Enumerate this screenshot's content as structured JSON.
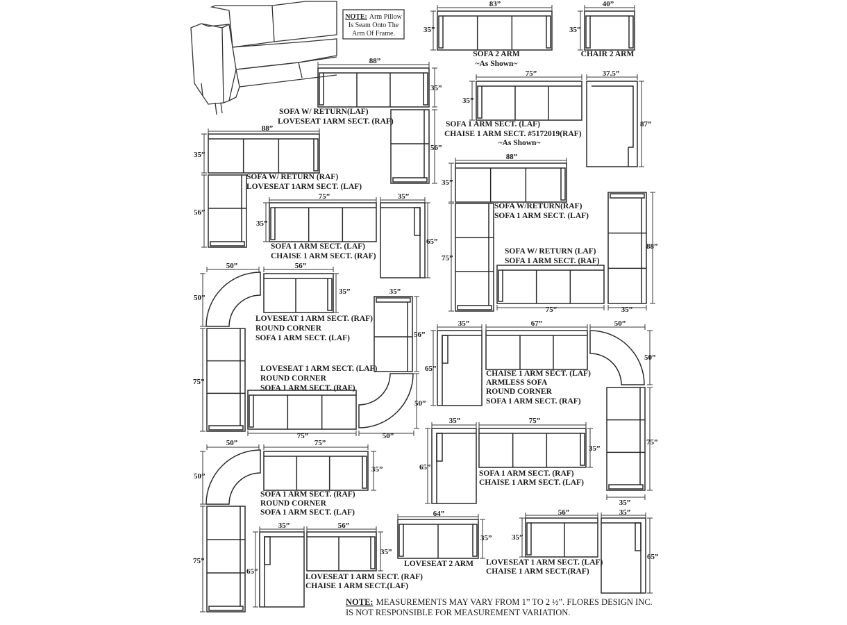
{
  "note_top": {
    "head": "NOTE:",
    "lines": [
      "Arm Pillow",
      "Is Seam Onto The",
      "Arm Of Frame."
    ]
  },
  "footer": {
    "head": "NOTE:",
    "line1": "MEASUREMENTS MAY VARY FROM 1” TO 2 ½”. FLORES DESIGN INC.",
    "line2": "IS NOT RESPONSIBLE FOR MEASUREMENT VARIATION."
  },
  "labels": {
    "sofa2arm": "SOFA 2 ARM",
    "as_shown": "~As Shown~",
    "chair2arm": "CHAIR 2 ARM",
    "c1a": "SOFA W/ RETURN(LAF)",
    "c1b": "LOVESEAT 1ARM SECT. (RAF)",
    "c2a": "SOFA 1 ARM SECT. (LAF)",
    "c2b": "CHAISE 1 ARM SECT. #5172019(RAF)",
    "c2c": "~As Shown~",
    "c3a": "SOFA W/ RETURN (RAF)",
    "c3b": "LOVESEAT 1ARM SECT. (LAF)",
    "c4a": "SOFA W/RETURN(RAF)",
    "c4b": "SOFA 1 ARM SECT. (LAF)",
    "c5a": "SOFA 1 ARM SECT. (LAF)",
    "c5b": "CHAISE 1 ARM SECT. (RAF)",
    "c6a": "SOFA W/ RETURN (LAF)",
    "c6b": "SOFA 1 ARM SECT. (RAF)",
    "c7a": "LOVESEAT 1 ARM SECT. (RAF)",
    "c7b": "ROUND CORNER",
    "c7c": "SOFA 1 ARM SECT. (LAF)",
    "c8a": "LOVESEAT 1 ARM SECT. (LAF)",
    "c8b": "ROUND CORNER",
    "c8c": "SOFA 1 ARM SECT. (RAF)",
    "c9a": "CHAISE 1 ARM SECT. (LAF)",
    "c9b": "ARMLESS SOFA",
    "c9c": "ROUND CORNER",
    "c9d": "SOFA 1 ARM SECT. (RAF)",
    "c10a": "SOFA 1 ARM SECT. (RAF)",
    "c10b": "CHAISE 1 ARM SECT. (LAF)",
    "c11a": "SOFA 1 ARM SECT. (RAF)",
    "c11b": "ROUND CORNER",
    "c11c": "SOFA 1 ARM SECT. (LAF)",
    "c12a": "LOVESEAT 1 ARM SECT. (RAF)",
    "c12b": "CHAISE 1 ARM SECT.(LAF)",
    "loveseat2arm": "LOVESEAT 2 ARM",
    "c13a": "LOVESEAT 1 ARM SECT.  (LAF)",
    "c13b": "CHAISE 1 ARM SECT.(RAF)"
  },
  "dims": {
    "d83": "83”",
    "d40": "40”",
    "d35": "35”",
    "d88": "88”",
    "d75": "75”",
    "d37_5": "37.5”",
    "d87": "87”",
    "d56": "56”",
    "d65": "65”",
    "d50": "50”",
    "d67": "67”",
    "d64": "64”"
  }
}
